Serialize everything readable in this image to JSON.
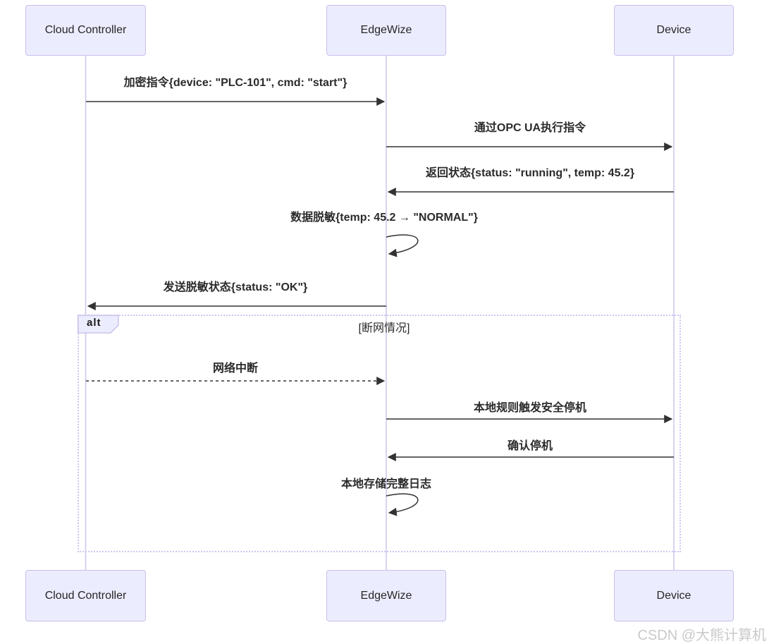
{
  "diagram": {
    "title": "EdgeWize sequence diagram",
    "actors": [
      {
        "id": "cloud-controller",
        "label": "Cloud Controller"
      },
      {
        "id": "edgewize",
        "label": "EdgeWize"
      },
      {
        "id": "device",
        "label": "Device"
      }
    ],
    "messages": [
      {
        "from": "Cloud Controller",
        "to": "EdgeWize",
        "type": "solid-arrow",
        "label": "加密指令{device: \"PLC-101\", cmd: \"start\"}"
      },
      {
        "from": "EdgeWize",
        "to": "Device",
        "type": "solid-arrow",
        "label": "通过OPC UA执行指令"
      },
      {
        "from": "Device",
        "to": "EdgeWize",
        "type": "solid-arrow",
        "label": "返回状态{status: \"running\", temp: 45.2}"
      },
      {
        "from": "EdgeWize",
        "to": "EdgeWize",
        "type": "self-loop",
        "label": "数据脱敏{temp: 45.2 → \"NORMAL\"}"
      },
      {
        "from": "EdgeWize",
        "to": "Cloud Controller",
        "type": "solid-arrow",
        "label": "发送脱敏状态{status: \"OK\"}"
      },
      {
        "from": "Cloud Controller",
        "to": "EdgeWize",
        "type": "dashed-arrow",
        "label": "网络中断"
      },
      {
        "from": "EdgeWize",
        "to": "Device",
        "type": "solid-arrow",
        "label": "本地规则触发安全停机"
      },
      {
        "from": "Device",
        "to": "EdgeWize",
        "type": "solid-arrow",
        "label": "确认停机"
      },
      {
        "from": "EdgeWize",
        "to": "EdgeWize",
        "type": "self-loop",
        "label": "本地存储完整日志"
      }
    ],
    "alt_block": {
      "label": "alt",
      "condition": "[断网情况]"
    },
    "watermark": "CSDN @大熊计算机",
    "colors": {
      "actor_fill": "#ECECFF",
      "actor_border": "#C9C0EA",
      "lifeline": "#CDC5EC",
      "message_line": "#333333",
      "frame_border": "#CFC5F2",
      "text": "#2B2B2B",
      "watermark": "#C9C9C9"
    }
  }
}
